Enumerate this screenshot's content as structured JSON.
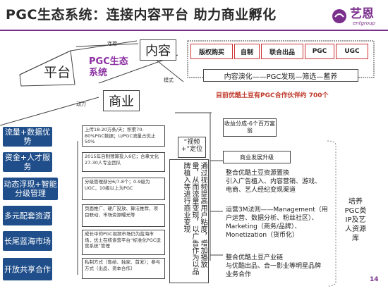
{
  "title": "PGC生态系统：连接内容平台   助力商业孵化",
  "logo": {
    "text": "艺恩",
    "sub": "entgroup"
  },
  "diagram": {
    "platform": "平台",
    "content": "内容",
    "business": "商业",
    "pgc_eco": "PGC生态系统",
    "edge_connect": "连接",
    "edge_mode": "模式",
    "edge_power": "动力"
  },
  "tags": [
    "版权购买",
    "自制",
    "联合出品",
    "PGC",
    "UGC"
  ],
  "content_flow": "内容演化——PGC发现—筛选—蓄养",
  "partners_note": "目前优酷土豆有PGC合作伙伴约 700个",
  "left_items": [
    {
      "label": "流量+数据优势",
      "desc": "上传18-20万条/天；积累70-80%PGC数据；U/PGC流量占优止50%"
    },
    {
      "label": "资金+人才服务",
      "desc": "2015年自制预算投入6亿；合拿文化27-30人专业团队"
    },
    {
      "label": "动态浮现+智能分级管理",
      "desc": "分级管理部分6/7-8个；0-9级为UGC，10级以上为PGC"
    },
    {
      "label": "多元配套资源",
      "desc": "页面推广、硬广投放、算法推荐、项目联动、市场资源曝光等"
    },
    {
      "label": "长尾蓝海市场",
      "desc": "成长中的PGC视频市场仍为蓝海市场，优土在核诶营平台“标准化PGC运营系统”管理"
    },
    {
      "label": "开放共享合作",
      "desc": "私制方式（售给、独家、首发）；参与方式（出品、资本合作）"
    }
  ],
  "video_positioning": "“视频+”定位",
  "vertical_text": "通过视频提高用户粘度，增加播放量，从而流量变现，以广告作为以品牌植入等进行商业变现",
  "revenue_box": "收益分成-6个百万富翁",
  "business_upgrade": "商业发展升级",
  "right_items": [
    "整合优酷土豆资源置换\n引入广告植入、内容营销、游戏、电商、艺人经纪变现渠道",
    "运营3M法则——Management（用户运营、数据分析、粉丝社区）、Marketing（商务/品牌）、Monetization（货币化）",
    "整合优酷土豆产业链\n与优酷出品、合一影业等明星品牌业务合作"
  ],
  "far_right": "培养PGC类IP及艺人资源库",
  "page_number": "14"
}
